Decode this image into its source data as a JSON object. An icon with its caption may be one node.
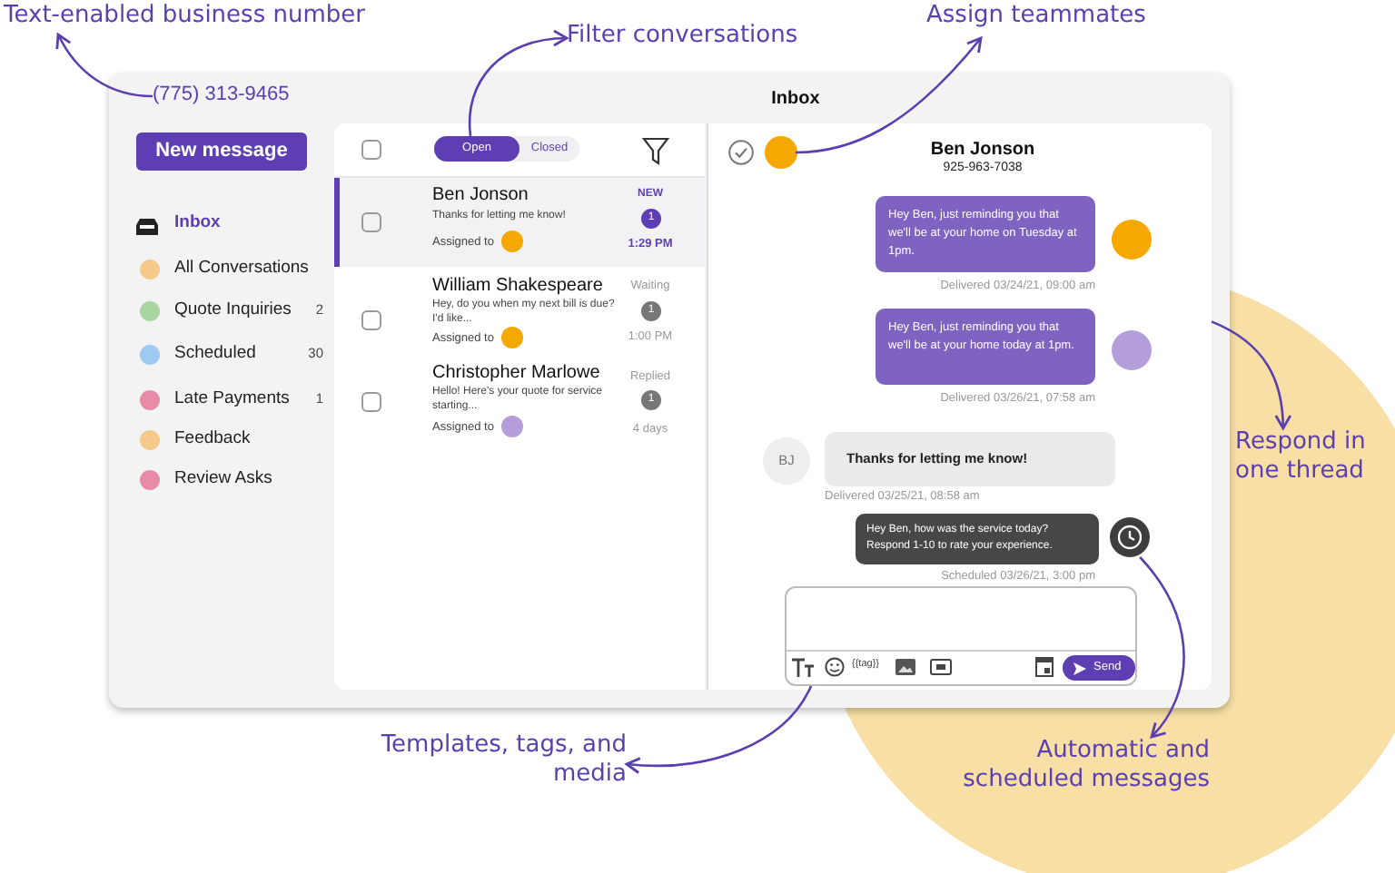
{
  "diagram": {
    "nodes": [
      {
        "text": [
          "Text-enabled business number"
        ]
      },
      {
        "text": [
          "Filter conversations"
        ]
      },
      {
        "text": [
          "Assign teammates"
        ]
      },
      {
        "text": [
          "Respond in one thread"
        ]
      },
      {
        "text": [
          "Automatic and scheduled messages"
        ]
      },
      {
        "text": [
          "Templates, tags, and media"
        ]
      },
      {
        "text": [
          "Inbox"
        ]
      },
      {
        "text": [
          "(775) 313-9465"
        ],
        "in": 6
      },
      {
        "text": [
          "New message"
        ],
        "in": 6
      },
      {
        "text": [],
        "shape": "box",
        "in": 6
      },
      {
        "text": [
          "Open",
          "Closed"
        ],
        "in": 9
      },
      {
        "text": [
          "Ben Jonson",
          "925-963-7038"
        ],
        "in": 6
      },
      {
        "text": [],
        "shape": "circle",
        "in": 11
      },
      {
        "text": [
          "Hey Ben, just reminding you that we'll be at your home on Tuesday at 1pm."
        ],
        "beside": [
          "Delivered 03/24/21, 09:00 am"
        ],
        "in": 11
      },
      {
        "text": [],
        "shape": "circle",
        "in": 11
      },
      {
        "text": [
          "Hey Ben, just reminding you that we'll be at your home today at 1pm."
        ],
        "beside": [
          "Delivered 03/26/21, 07:58 am"
        ],
        "in": 11
      },
      {
        "text": [],
        "shape": "circle",
        "in": 11
      },
      {
        "text": [
          "BJ"
        ],
        "in": 11
      },
      {
        "text": [
          "Thanks for letting me know!"
        ],
        "beside": [
          "Delivered 03/25/21, 08:58 am"
        ],
        "in": 11
      },
      {
        "text": [
          "Hey Ben, how was the service today? Respond 1-10 to rate your experience."
        ],
        "beside": [
          "Scheduled 03/26/21, 3:00 pm"
        ],
        "in": 11
      },
      {
        "text": [],
        "shape": "circle",
        "in": 11
      },
      {
        "text": [],
        "shape": "box",
        "in": 11
      },
      {
        "text": [
          "Send"
        ],
        "in": 21
      }
    ],
    "edges": [
      {
        "from": 7,
        "to": 0,
        "arrow": "to"
      },
      {
        "from": 10,
        "to": 1,
        "arrow": "to"
      },
      {
        "from": 12,
        "to": 2,
        "arrow": "to"
      },
      {
        "from": 11,
        "to": 3,
        "arrow": "to"
      },
      {
        "from": 20,
        "to": 4,
        "arrow": "to"
      },
      {
        "from": 21,
        "to": 5,
        "arrow": "to"
      }
    ],
    "labels": [
      "Inbox",
      "All Conversations",
      "Quote Inquiries",
      "2",
      "Scheduled",
      "30",
      "Late Payments",
      "1",
      "Feedback",
      "Review Asks",
      "Ben Jonson",
      "Thanks for letting me know!",
      "Assigned to",
      "NEW",
      "1",
      "1:29 PM",
      "William Shakespeare",
      "Hey, do you when my next bill is due? I'd like...",
      "Assigned to",
      "Waiting",
      "1",
      "1:00 PM",
      "Christopher Marlowe",
      "Hello! Here's your quote for service starting...",
      "Assigned to",
      "Replied",
      "1",
      "4 days",
      "{{tag}}"
    ]
  }
}
